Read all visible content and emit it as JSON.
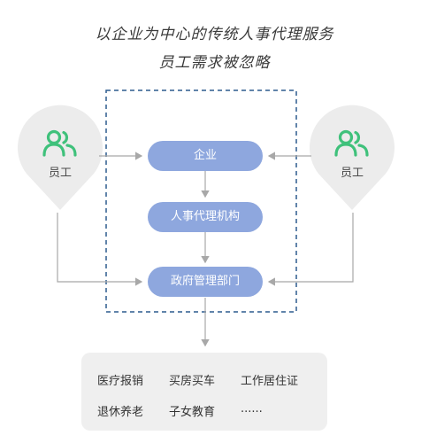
{
  "title_line1": "以企业为中心的传统人事代理服务",
  "title_line2": "员工需求被忽略",
  "nodes": {
    "enterprise": "企业",
    "hr_agency": "人事代理机构",
    "gov_dept": "政府管理部门"
  },
  "employee_left": {
    "label": "员工",
    "icon": "user-group-icon"
  },
  "employee_right": {
    "label": "员工",
    "icon": "user-group-icon"
  },
  "services": [
    "医疗报销",
    "买房买车",
    "工作居住证",
    "退休养老",
    "子女教育",
    "......"
  ],
  "colors": {
    "pill": "#8ea7de",
    "dashed_border": "#2d5b8e",
    "pin_bg": "#ececec",
    "icon_green": "#3fc17b",
    "arrow": "#a8a8a8",
    "services_bg": "#efefef"
  }
}
